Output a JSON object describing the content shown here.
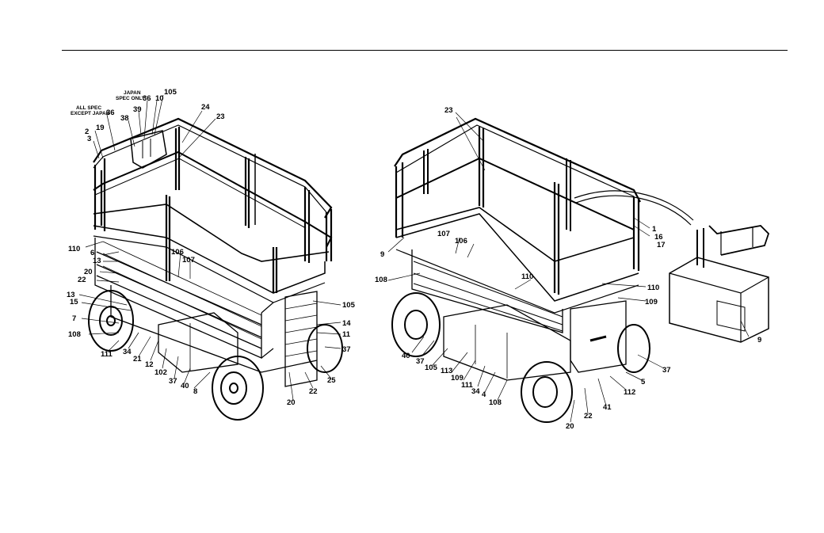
{
  "left_view": {
    "callouts": [
      "105",
      "36",
      "10",
      "39",
      "38",
      "36",
      "19",
      "2",
      "3",
      "24",
      "23",
      "110",
      "6",
      "13",
      "20",
      "22",
      "13",
      "15",
      "7",
      "108",
      "106",
      "107",
      "105",
      "14",
      "11",
      "37",
      "25",
      "22",
      "20",
      "8",
      "40",
      "37",
      "102",
      "12",
      "21",
      "34",
      "111"
    ],
    "spec_notes": {
      "japan_line1": "JAPAN",
      "japan_line2": "SPEC ONLY",
      "all_line1": "ALL SPEC",
      "all_line2": "EXCEPT JAPAN"
    }
  },
  "right_view": {
    "callouts": [
      "23",
      "1",
      "16",
      "17",
      "9",
      "107",
      "106",
      "108",
      "110",
      "110",
      "109",
      "9",
      "37",
      "5",
      "112",
      "41",
      "22",
      "20",
      "108",
      "4",
      "34",
      "111",
      "109",
      "113",
      "105",
      "37",
      "40"
    ]
  }
}
